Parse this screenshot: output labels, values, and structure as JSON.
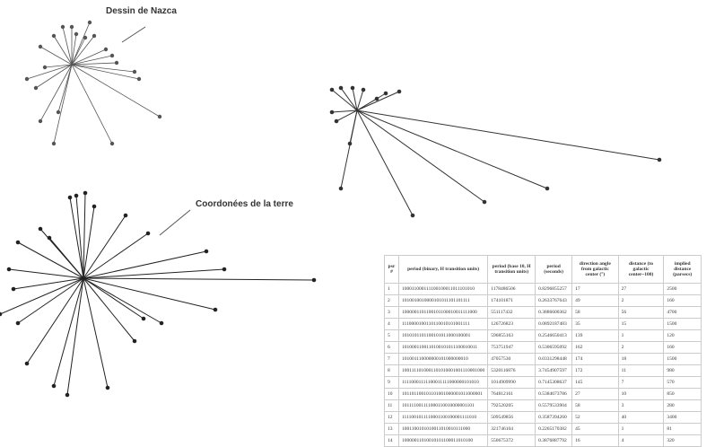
{
  "labels": {
    "nazca": "Dessin de Nazca",
    "earth": "Coordonées de la terre"
  },
  "table": {
    "headers": [
      "psr #",
      "period (binary, H transition units)",
      "period (base 10, H transition units)",
      "period (seconds)",
      "direction angle from galactic center (°)",
      "distance (to galactic center~100)",
      "implied distance (parsecs)"
    ],
    "rows": [
      [
        "1",
        "100011000111100100011011101010",
        "1178486506",
        "0.8296855257",
        "17",
        "27",
        "2500"
      ],
      [
        "2",
        "1010010010000101011101101111",
        "174101871",
        "0.2633767643",
        "49",
        "2",
        "160"
      ],
      [
        "3",
        "1000001101100101100010011111000",
        "551117432",
        "0.3886600362",
        "58",
        "56",
        "4700"
      ],
      [
        "4",
        "1110000100110110010101001111",
        "126726823",
        "0.0892187483",
        "35",
        "15",
        "1500"
      ],
      [
        "5",
        "1010101101100101011000100001",
        "596855163",
        "0.2546650413",
        "139",
        "1",
        "120"
      ],
      [
        "6",
        "1010001100110100101011100010011",
        "753751947",
        "0.5306595092",
        "162",
        "2",
        "160"
      ],
      [
        "7",
        "101001110000000101000000010",
        "47057530",
        "0.0331298448",
        "174",
        "18",
        "1500"
      ],
      [
        "8",
        "1001111010001101010001001110001000",
        "5320116876",
        "3.7454907597",
        "172",
        "11",
        "980"
      ],
      [
        "9",
        "11110001111100011111000000101010",
        "1014909990",
        "0.7145308637",
        "145",
        "7",
        "570"
      ],
      [
        "10",
        "101101100101101001000001011000001",
        "764812161",
        "0.5384673786",
        "27",
        "10",
        "850"
      ],
      [
        "11",
        "101111001111000110010000001101",
        "792520205",
        "0.5579533904",
        "58",
        "3",
        "280"
      ],
      [
        "12",
        "1111001011110001100100001111010",
        "509549856",
        "0.3587394260",
        "52",
        "40",
        "3400"
      ],
      [
        "13",
        "1001100101010011010010111000",
        "321746104",
        "0.2265170382",
        "45",
        "1",
        "81"
      ],
      [
        "14",
        "10000011010010101100011010100",
        "550675372",
        "0.3876887792",
        "16",
        "4",
        "320"
      ]
    ]
  }
}
